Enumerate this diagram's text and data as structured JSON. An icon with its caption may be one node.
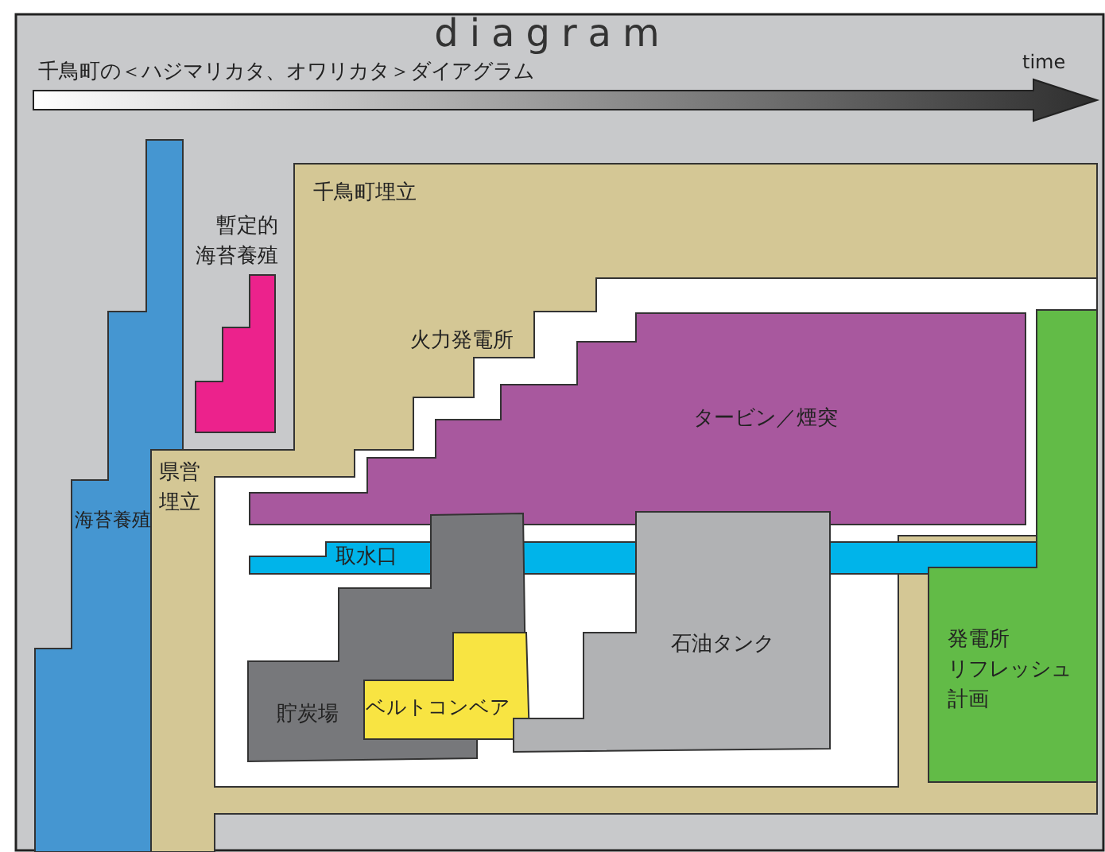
{
  "diagram": {
    "title": "diagram",
    "nodes": [
      {
        "text": [
          "海苔養殖"
        ]
      },
      {
        "text": [
          "暫定的海苔養殖"
        ]
      },
      {
        "text": [
          "千鳥町埋立",
          "県営埋立"
        ]
      },
      {
        "text": [
          "火力発電所"
        ],
        "in": 2
      },
      {
        "text": [
          "タービン／煙突"
        ],
        "in": 3
      },
      {
        "text": [
          "取水口"
        ],
        "in": 3
      },
      {
        "text": [
          "貯炭場"
        ],
        "in": 3
      },
      {
        "text": [
          "ベルトコンベア"
        ],
        "in": 6
      },
      {
        "text": [
          "石油タンク"
        ],
        "in": 3
      },
      {
        "text": [
          "発電所リフレッシュ計画"
        ],
        "in": 2
      }
    ],
    "labels": [
      "千鳥町の＜ハジマリカタ、オワリカタ＞ダイアグラム",
      "time"
    ]
  }
}
